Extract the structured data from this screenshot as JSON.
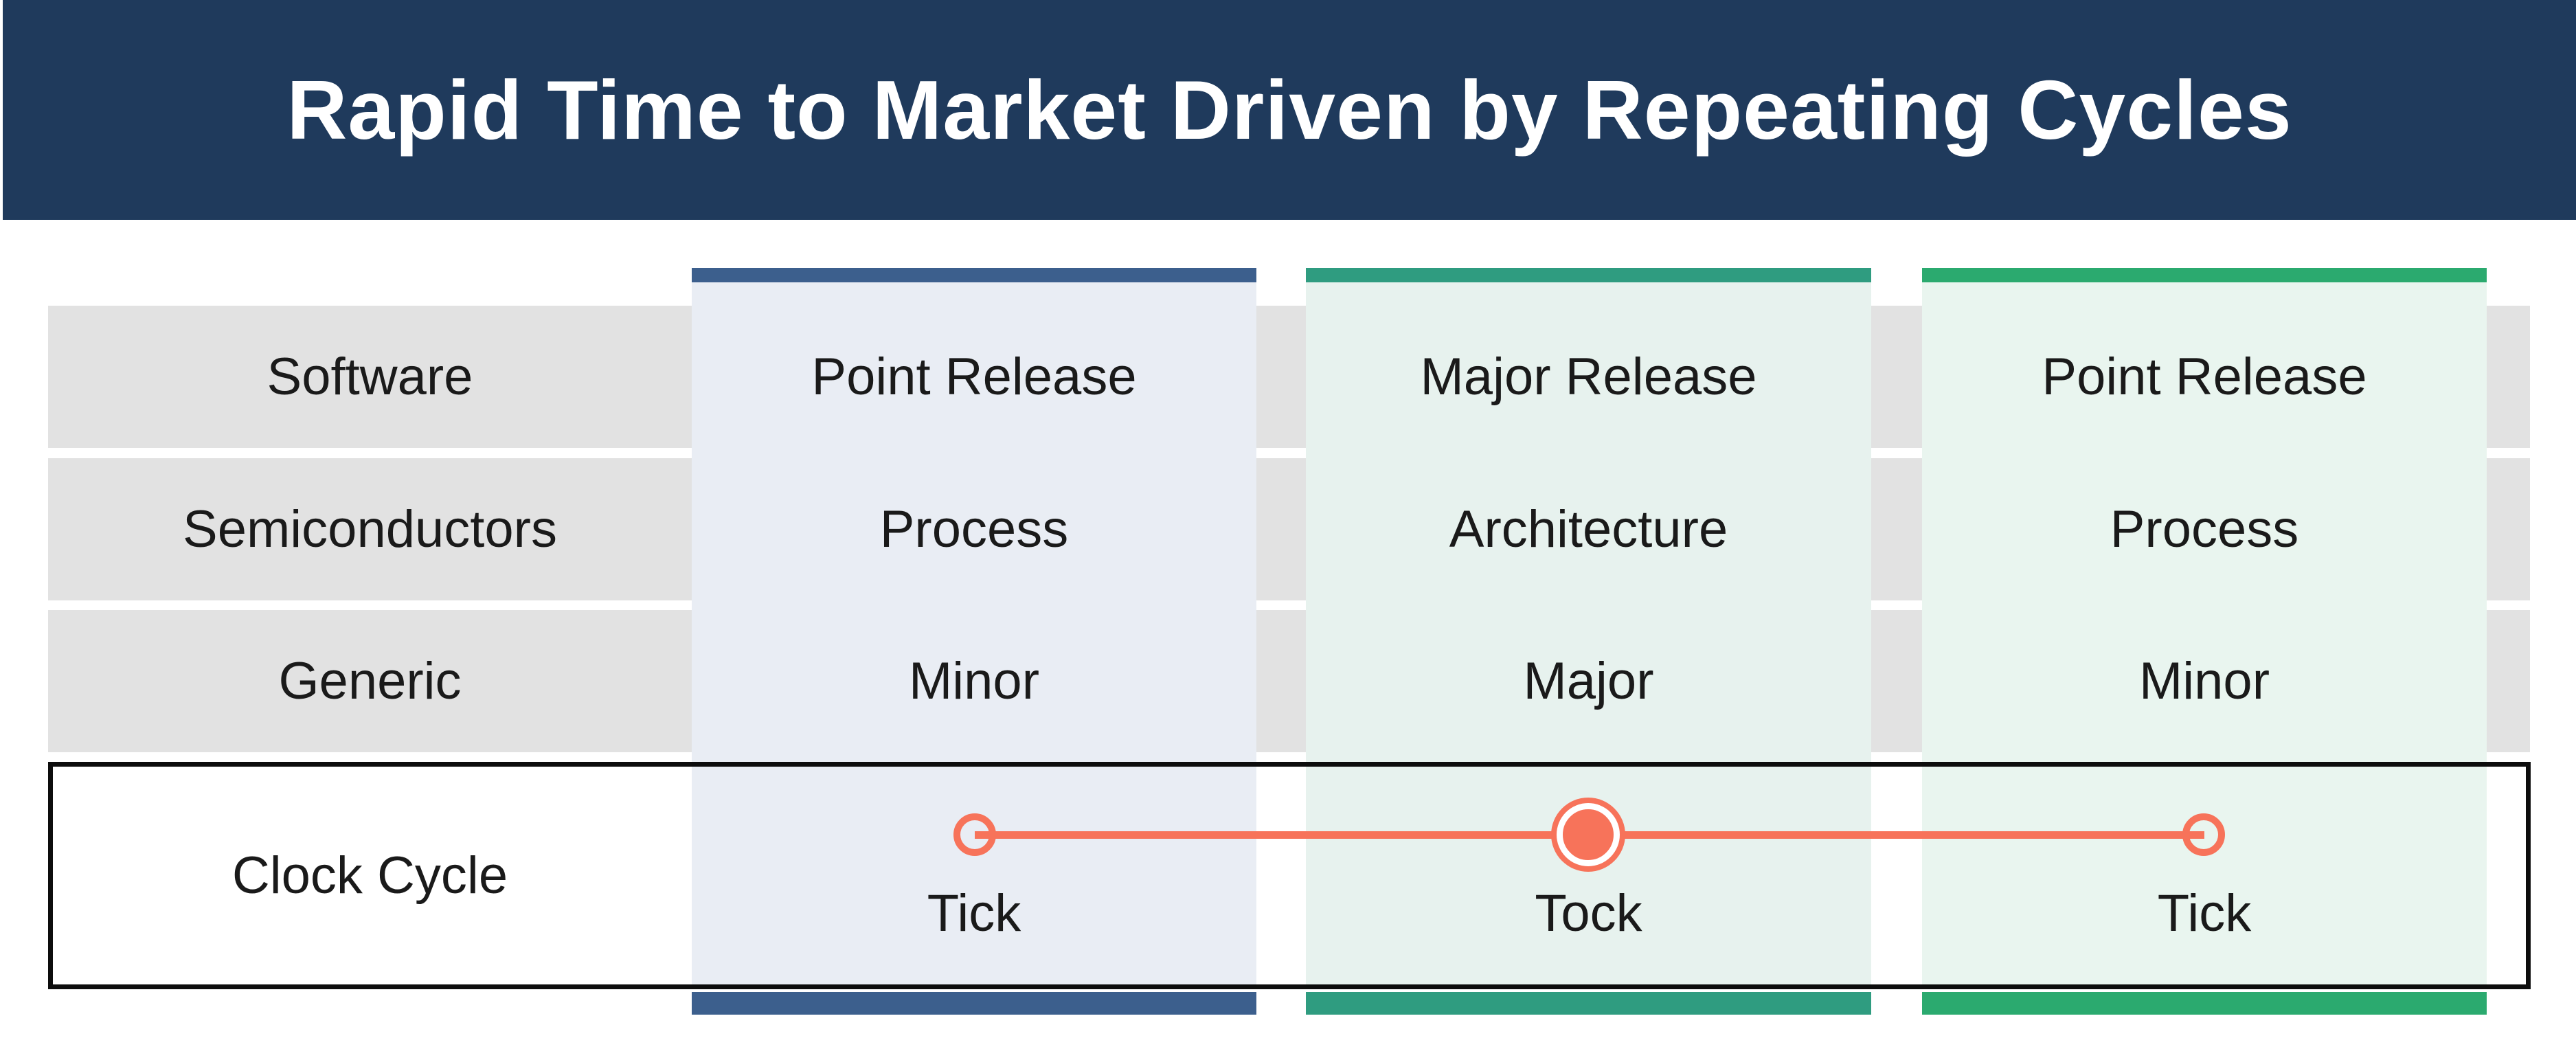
{
  "title": "Rapid Time to Market Driven by Repeating Cycles",
  "table": {
    "row_headers": [
      "Software",
      "Semiconductors",
      "Generic"
    ],
    "clock_row_label": "Clock Cycle",
    "columns": [
      {
        "header_accent": "blue",
        "cells": [
          "Point Release",
          "Process",
          "Minor"
        ],
        "phase": "Tick"
      },
      {
        "header_accent": "teal",
        "cells": [
          "Major Release",
          "Architecture",
          "Major"
        ],
        "phase": "Tock"
      },
      {
        "header_accent": "green",
        "cells": [
          "Point Release",
          "Process",
          "Minor"
        ],
        "phase": "Tick"
      }
    ]
  },
  "colors": {
    "banner": "#1F3A5C",
    "row_band": "#E2E2E2",
    "text": "#1A1A1A",
    "box_border": "#0D0D0D",
    "col1_bar": "#3C5F8D",
    "col1_panel": "#E9EDF4",
    "col2_bar": "#2F9C80",
    "col2_panel": "#E7F2EE",
    "col3_bar": "#2BAA6F",
    "col3_panel": "#E9F5EF",
    "coral": "#F7735A"
  }
}
